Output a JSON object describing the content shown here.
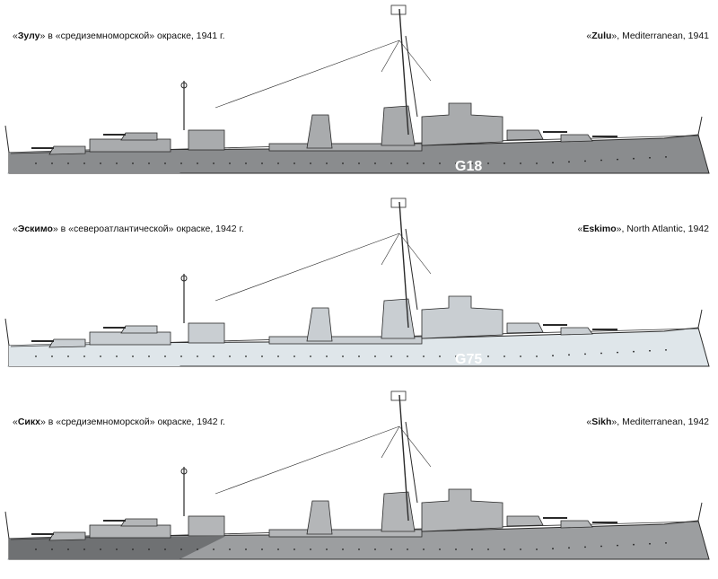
{
  "plates": [
    {
      "caption_ru_pre": "«",
      "caption_ru_name": "Зулу",
      "caption_ru_post": "» в «средиземноморской» окраске, 1941 г.",
      "caption_en_pre": "«",
      "caption_en_name": "Zulu",
      "caption_en_post": "», Mediterranean, 1941",
      "pennant": "G18",
      "hull_color": "#8a8c8e",
      "super_color": "#a9abad",
      "lower_color": "#8a8c8e"
    },
    {
      "caption_ru_pre": "«",
      "caption_ru_name": "Эскимо",
      "caption_ru_post": "» в «североатлантической» окраске, 1942 г.",
      "caption_en_pre": "«",
      "caption_en_name": "Eskimo",
      "caption_en_post": "», North Atlantic, 1942",
      "pennant": "G75",
      "hull_color": "#dfe6ea",
      "super_color": "#c9ced2",
      "lower_color": "#dfe6ea"
    },
    {
      "caption_ru_pre": "«",
      "caption_ru_name": "Сикх",
      "caption_ru_post": "» в «средиземноморской» окраске, 1942 г.",
      "caption_en_pre": "«",
      "caption_en_name": "Sikh",
      "caption_en_post": "», Mediterranean, 1942",
      "pennant": "",
      "hull_color": "#9c9ea0",
      "super_color": "#b4b6b8",
      "lower_color": "#6f7173"
    }
  ]
}
